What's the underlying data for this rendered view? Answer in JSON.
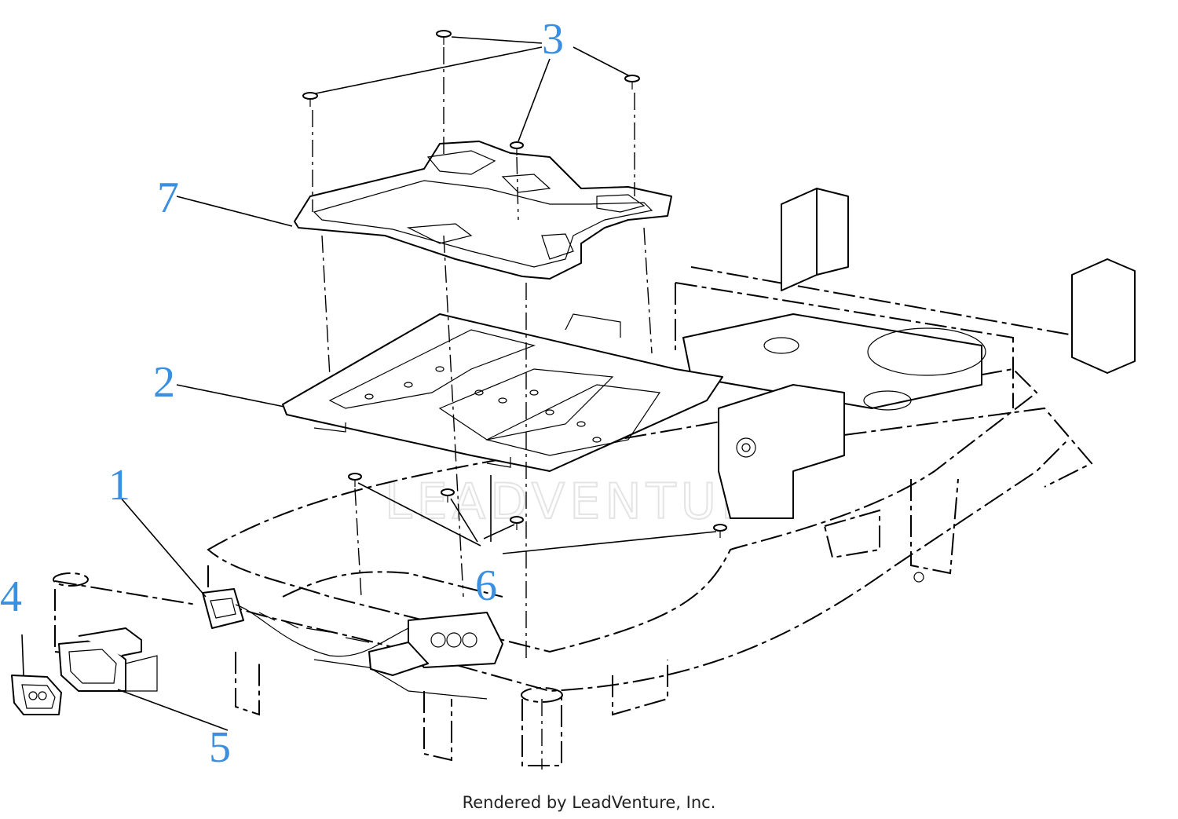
{
  "callouts": [
    "1",
    "2",
    "3",
    "4",
    "5",
    "6",
    "7"
  ],
  "footer": "Rendered by LeadVenture, Inc.",
  "watermark": "LEADVENTURE",
  "colors": {
    "callout": "#3a8fe0",
    "line": "#000000",
    "watermark": "#e4e4e4"
  }
}
